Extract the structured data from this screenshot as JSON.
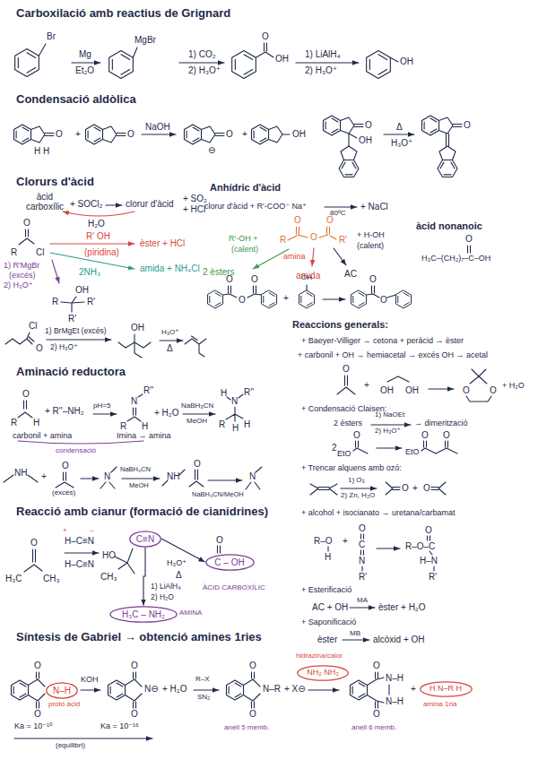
{
  "diagram": {
    "nodes": [
      {
        "text": [
          "C≡N"
        ]
      },
      {
        "text": [
          "C – OH"
        ]
      },
      {
        "text": [
          "H₃C – NH₂"
        ]
      },
      {
        "text": [
          "N–H"
        ]
      },
      {
        "text": [
          "NH₂ NH₂"
        ]
      },
      {
        "text": [
          "H N–R H"
        ]
      }
    ],
    "edges": [
      {
        "from": 0,
        "to": 1,
        "arrow": "to"
      },
      {
        "from": 0,
        "to": 2,
        "arrow": "to"
      }
    ],
    "labels": [
      "Carboxilació amb reactius de Grignard",
      "Br",
      "Mg",
      "Et₂O",
      "MgBr",
      "1) CO₂",
      "2) H₃O⁺",
      "O",
      "OH",
      "1) LiAlH₄",
      "2) H₃O⁺",
      "OH",
      "Condensació aldòlica",
      "O",
      "H",
      "H",
      "+",
      "O",
      "NaOH",
      "O",
      "⊖",
      "+",
      "OH",
      "O",
      "OH",
      "Δ",
      "H₃O⁺",
      "O",
      "Clorurs d'àcid",
      "àcid carboxílic",
      "+ SOCl₂",
      "clorur d'àcid",
      "+ SO₂",
      "+ HCl",
      "H₂O",
      "O",
      "R",
      "Cl",
      "R' OH",
      "(piridina)",
      "èster + HCl",
      "2NH₃",
      "amida + NH₄Cl",
      "1) R'MgBr",
      "(excés)",
      "2) H₃O⁺",
      "R",
      "OH",
      "R'",
      "R'",
      "Cl",
      "O",
      "1) BrMgEt (excés)",
      "2) H₃O⁺",
      "OH",
      "H₃O⁺",
      "Δ",
      "Anhídric d'àcid",
      "clorur d'àcid + R'-COO⁻ Na⁺",
      "80ºC",
      "+ NaCl",
      "O",
      "O",
      "O",
      "R",
      "R'",
      "R'-OH +",
      "(calent)",
      "2 èsters",
      "amina",
      "amida",
      "+ H-OH",
      "(calent)",
      "AC",
      "O",
      "O",
      "O",
      "+",
      "OH",
      "O",
      "O",
      "àcid nonanoic",
      "O",
      "H₃C–(CH₂)₇–C–OH",
      "Reaccions generals:",
      "+ Baeyer-Villiger → cetona + peràcid → èster",
      "+ carbonil + OH → hemiacetal → excés OH → acetal",
      "O",
      "+",
      "OH",
      "OH",
      "O",
      "O",
      "+ H₂O",
      "+ Condensació Claisen:",
      "2 èsters",
      "1) NaOEt",
      "2) H₃O⁺",
      "→ dimerització",
      "2",
      "O",
      "EtO",
      "EtO",
      "O",
      "O",
      "+ Trencar alquens amb ozó:",
      "1) O₃",
      "2) Zn, H₂O",
      "O",
      "+",
      "O",
      "+ alcohol + isocianato → uretana/carbamat",
      "R–O",
      "H",
      "+",
      "O",
      "C",
      "N",
      "R'",
      "O",
      "R–O–C",
      "H–N",
      "R'",
      "+ Esterificació",
      "AC + OH",
      "MA",
      "èster + H₂O",
      "+ Saponificació",
      "èster",
      "MB",
      "alcòxid + OH",
      "Aminació reductora",
      "O",
      "R",
      "H",
      "+ R''–NH₂",
      "pH=5",
      "R''",
      "N",
      "R",
      "H",
      "+ H₂O",
      "NaBH₃CN",
      "MeOH",
      "H",
      "N",
      "R''",
      "R",
      "H",
      "H",
      "carbonil + amina",
      "Imina → amina",
      "condensació",
      "NH",
      "+",
      "O",
      "(excés)",
      "N",
      "NaBH₃CN",
      "MeOH",
      "NH",
      "O",
      "NaBH₃CN/MeOH",
      "N",
      "Reacció amb cianur (formació de cianidrines)",
      "O",
      "H₃C",
      "CH₃",
      "+",
      "–",
      "H–C≡N",
      "H–C≡N",
      "HO",
      "CH₃",
      "H₃O⁺",
      "Δ",
      "O",
      "ÀCID CARBOXÍLIC",
      "1) LiAlH₄",
      "2) H₂O",
      "AMINA",
      "Síntesis de Gabriel → obtenció amines 1ries",
      "O",
      "O",
      "protó àcid",
      "KOH",
      "O",
      "O",
      "N⊖",
      "+ H₂O",
      "R–X",
      "SN₂",
      "O",
      "O",
      "N–R",
      "+ X⊖",
      "anell 5 memb.",
      "hidrazina/calor",
      "O",
      "O",
      "N–H",
      "N–H",
      "anell 6 memb.",
      "+",
      "amina 1ria",
      "Ka = 10⁻¹⁰",
      "Ka = 10⁻¹⁶",
      "(equilibri)"
    ]
  }
}
